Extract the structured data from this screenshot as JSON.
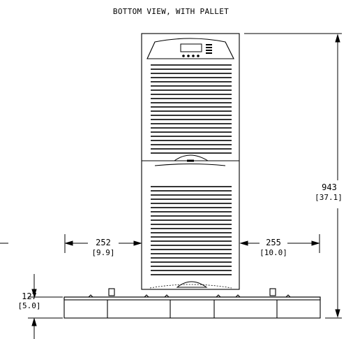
{
  "title": "BOTTOM VIEW, WITH PALLET",
  "dimensions": {
    "height": {
      "mm": "943",
      "in": "[37.1]"
    },
    "left_clearance": {
      "mm": "252",
      "in": "[9.9]"
    },
    "right_clearance": {
      "mm": "255",
      "in": "[10.0]"
    },
    "pallet_height": {
      "mm": "127",
      "in": "[5.0]"
    }
  }
}
